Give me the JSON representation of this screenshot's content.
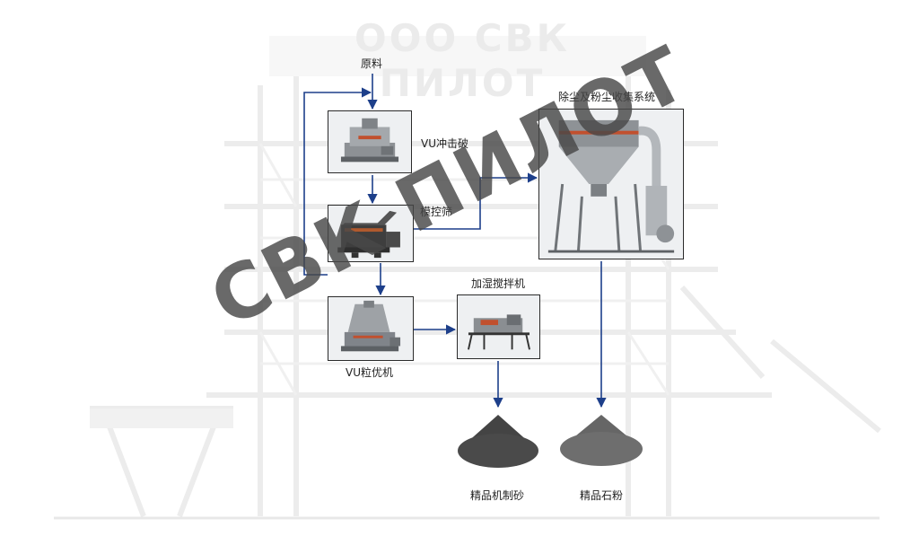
{
  "watermark": {
    "top_text": "ООО СВК ПИЛОТ",
    "main_text": "СВК ПИЛОТ"
  },
  "nodes": {
    "raw_material": "原料",
    "vu_impact_crusher": "VU冲击破",
    "screen": "模控筛",
    "dust_system": "除尘及粉尘收集系统",
    "humidifier_mixer": "加湿搅拌机",
    "vu_shaper": "VU粒优机",
    "machine_sand": "精品机制砂",
    "stone_powder": "精品石粉"
  },
  "colors": {
    "arrow": "#1d3f8a",
    "box_border": "#2b2b2b",
    "watermark": "#484848"
  }
}
